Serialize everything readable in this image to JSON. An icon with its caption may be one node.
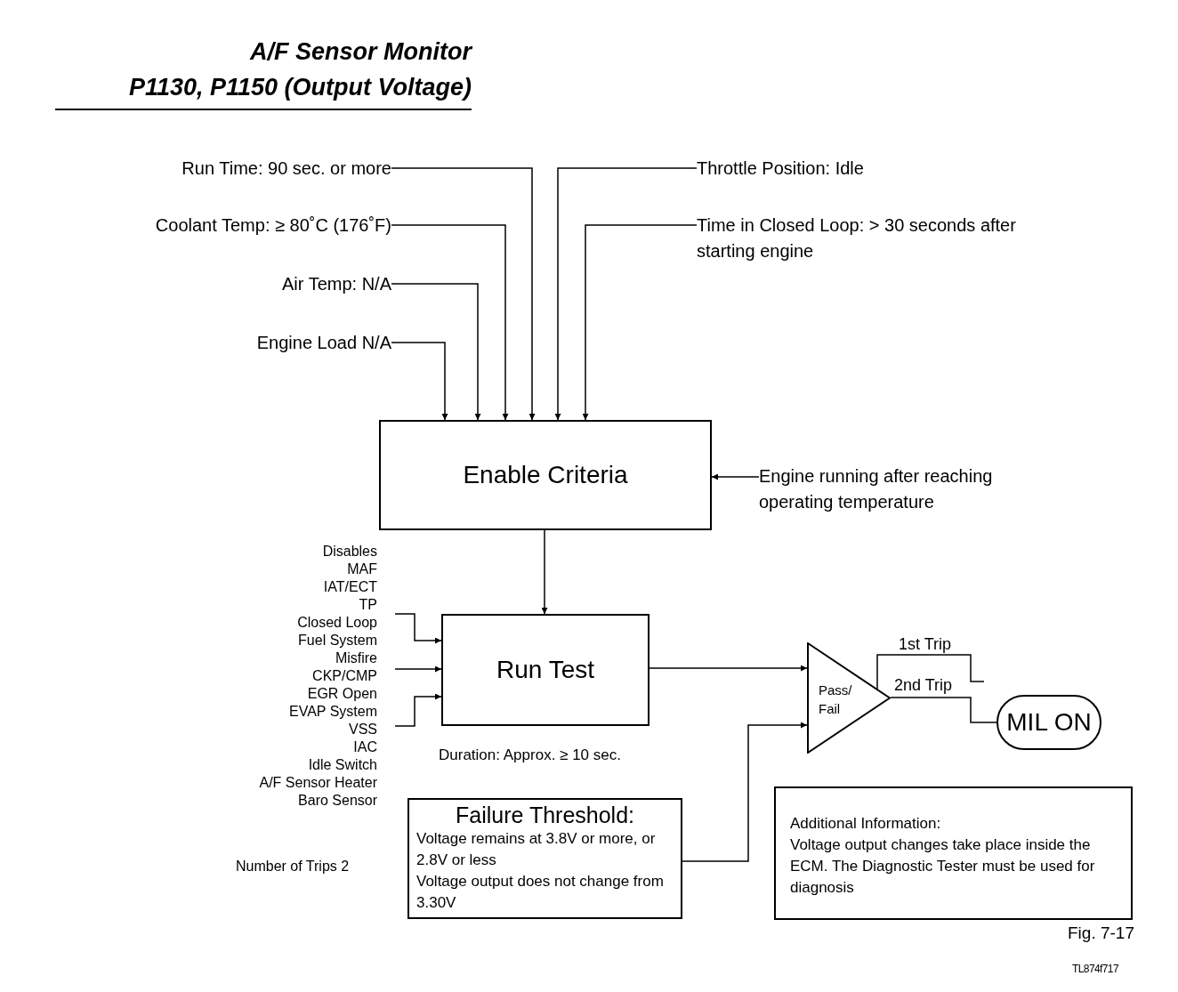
{
  "diagram": {
    "title": "A/F Sensor Monitor P1130, P1150 (Output Voltage)",
    "nodes": [
      {
        "text": [
          "Run Time: 90 sec. or more"
        ]
      },
      {
        "text": [
          "Coolant Temp: ≥ 80˚C (176˚F)"
        ]
      },
      {
        "text": [
          "Air Temp: N/A"
        ]
      },
      {
        "text": [
          "Engine Load N/A"
        ]
      },
      {
        "text": [
          "Throttle Position: Idle"
        ]
      },
      {
        "text": [
          "Time in Closed Loop: > 30 seconds after starting engine"
        ]
      },
      {
        "text": [
          "Enable Criteria"
        ]
      },
      {
        "text": [
          "Engine running after reaching operating temperature"
        ]
      },
      {
        "text": [
          "Disables",
          "MAF",
          "IAT/ECT",
          "TP",
          "Closed Loop",
          "Fuel System",
          "Misfire",
          "CKP/CMP",
          "EGR Open",
          "EVAP System",
          "VSS",
          "IAC",
          "Idle Switch",
          "A/F Sensor Heater",
          "Baro Sensor"
        ]
      },
      {
        "text": [
          "Run Test"
        ],
        "beside": [
          "Duration: Approx. ≥ 10 sec."
        ]
      },
      {
        "text": [
          "Pass/ Fail"
        ]
      },
      {
        "text": [
          "MIL ON"
        ]
      },
      {
        "text": [
          "Failure Threshold:",
          "Voltage remains at 3.8V or more, or 2.8V or less",
          "Voltage output does not change from 3.30V"
        ]
      },
      {
        "text": [
          "Additional Information:",
          "Voltage output changes take place inside the ECM. The Diagnostic Tester must be used for diagnosis"
        ]
      }
    ],
    "edges": [
      {
        "from": 0,
        "to": 6,
        "arrow": "to"
      },
      {
        "from": 1,
        "to": 6,
        "arrow": "to"
      },
      {
        "from": 2,
        "to": 6,
        "arrow": "to"
      },
      {
        "from": 3,
        "to": 6,
        "arrow": "to"
      },
      {
        "from": 4,
        "to": 6,
        "arrow": "to"
      },
      {
        "from": 5,
        "to": 6,
        "arrow": "to"
      },
      {
        "from": 7,
        "to": 6,
        "arrow": "to"
      },
      {
        "from": 6,
        "to": 9,
        "arrow": "to"
      },
      {
        "from": 8,
        "to": 9,
        "arrow": "to"
      },
      {
        "from": 8,
        "to": 9,
        "arrow": "to"
      },
      {
        "from": 8,
        "to": 9,
        "arrow": "to"
      },
      {
        "from": 9,
        "to": 10,
        "arrow": "to"
      },
      {
        "from": 12,
        "to": 10,
        "arrow": "to"
      },
      {
        "from": 10,
        "to": null,
        "arrow": "none",
        "label": "1st Trip"
      },
      {
        "from": 10,
        "to": 11,
        "arrow": "none",
        "label": "2nd Trip"
      }
    ],
    "caption": "Fig. 7-17",
    "labels": [
      "Number of Trips 2",
      "TL874f717"
    ]
  }
}
